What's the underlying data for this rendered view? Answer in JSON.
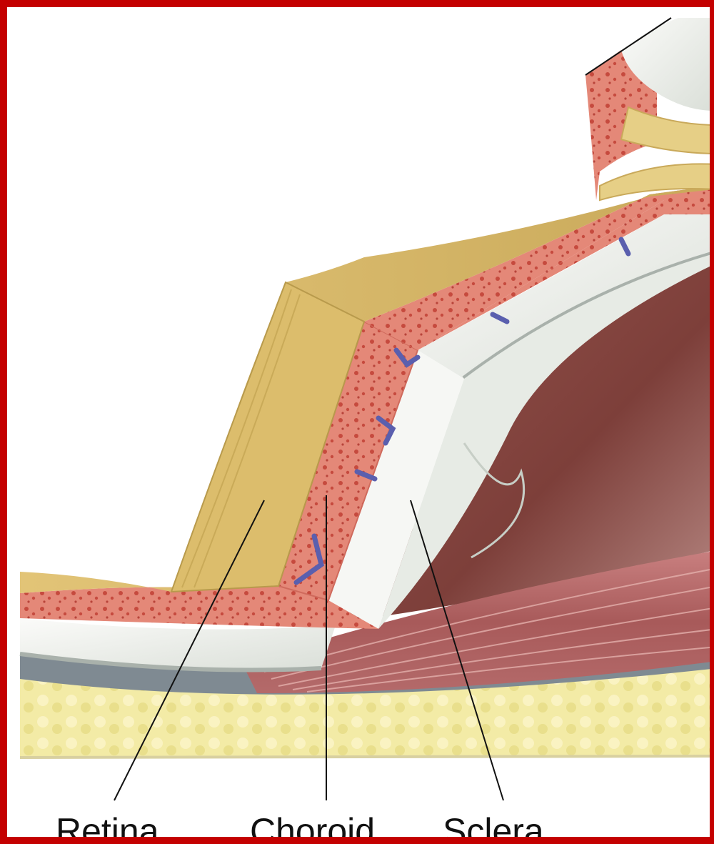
{
  "labels": {
    "retina": "Retina",
    "choroid": "Choroid",
    "sclera": "Sclera"
  },
  "colors": {
    "frame": "#c40000",
    "retina": "#d8bb6a",
    "choroid": "#e48878",
    "choroid_dots": "#c64a3e",
    "vessels": "#5a5fae",
    "sclera": "#f0f1ee",
    "sclera_edge": "#b3bbb3",
    "muscle": "#b86a6a",
    "cavity": "#8c4a44",
    "fat": "#f3eba6"
  }
}
